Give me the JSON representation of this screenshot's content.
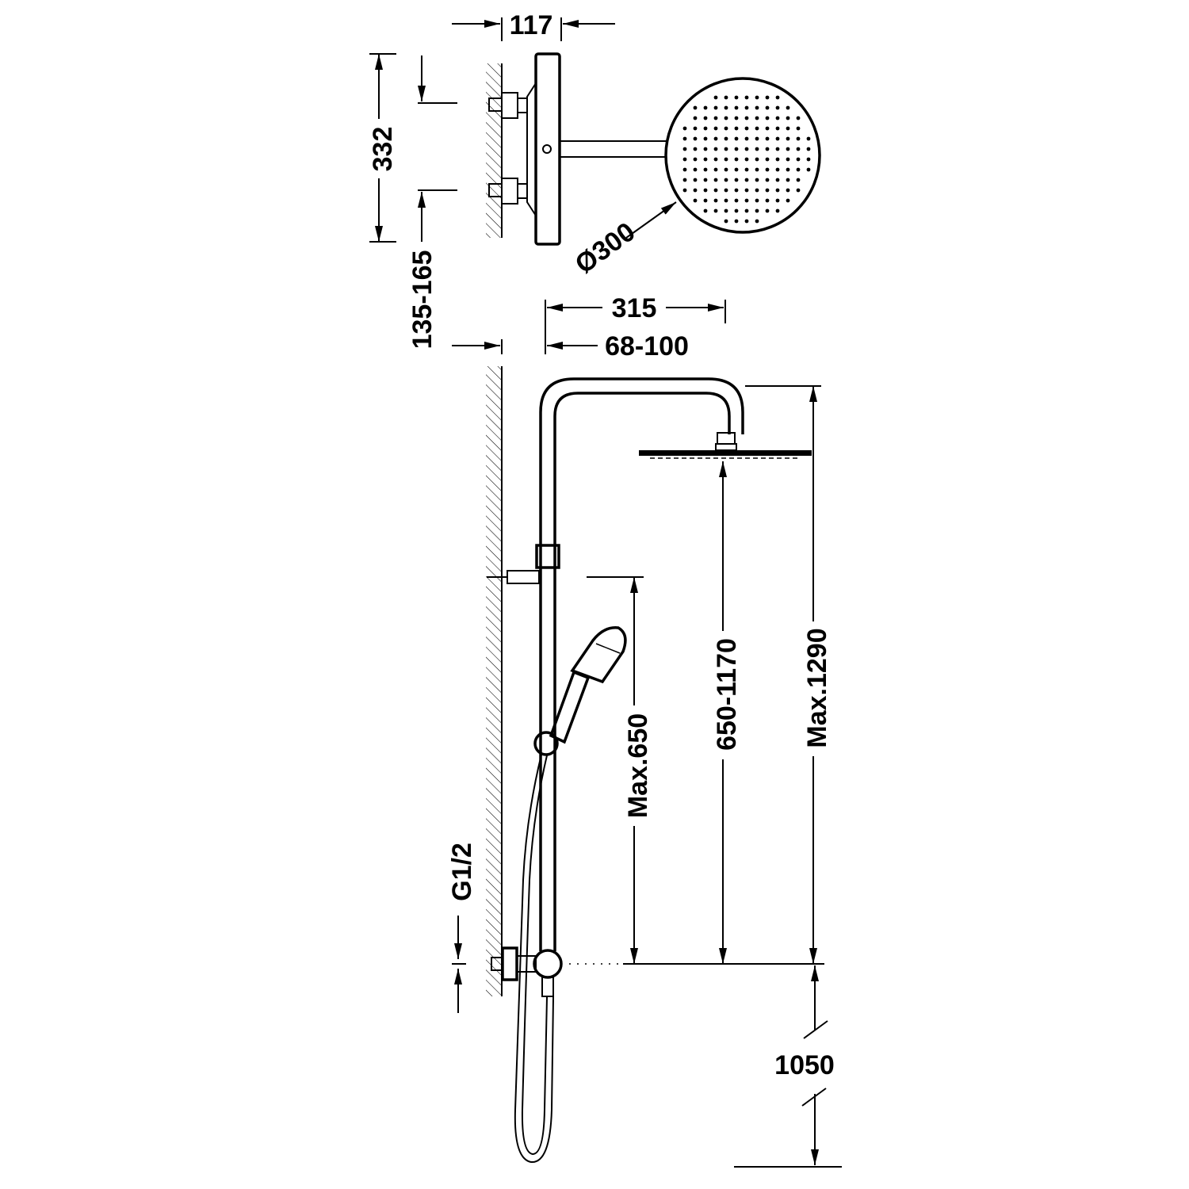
{
  "diagram": {
    "labels": {
      "width_117": "117",
      "height_332": "332",
      "height_135_165": "135-165",
      "diameter_300": "Ø300",
      "projection_315": "315",
      "projection_68_100": "68-100",
      "max_650": "Max.650",
      "range_650_1170": "650-1170",
      "max_1290": "Max.1290",
      "thread_g12": "G1/2",
      "floor_1050": "1050"
    }
  }
}
